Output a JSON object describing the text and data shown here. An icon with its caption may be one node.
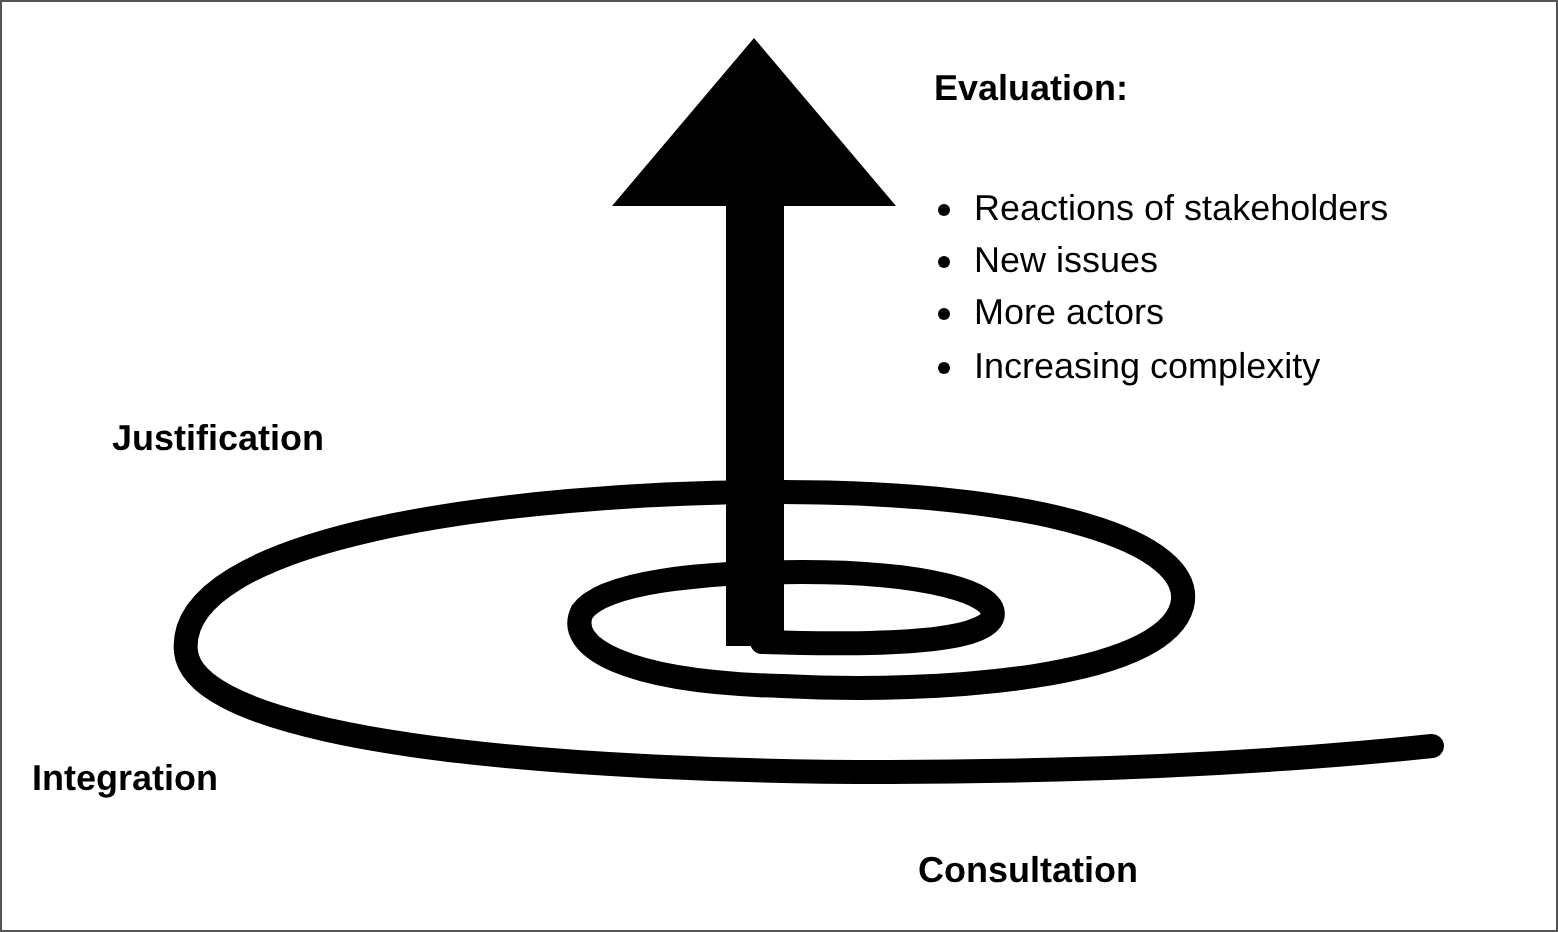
{
  "diagram": {
    "labels": [
      "Evaluation:",
      "Reactions of stakeholders",
      "New issues",
      "More actors",
      "Increasing complexity",
      "Justification",
      "Integration",
      "Consultation"
    ]
  }
}
